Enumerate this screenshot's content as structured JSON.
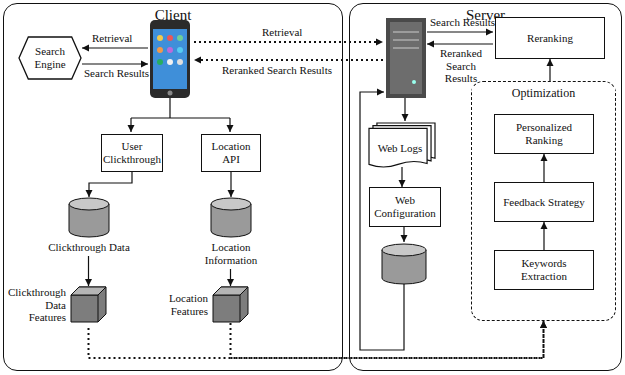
{
  "diagram": {
    "nodes": [
      {
        "text": [
          "Client"
        ]
      },
      {
        "text": [
          "Server"
        ]
      },
      {
        "text": [
          "Search Engine"
        ],
        "in": 0
      },
      {
        "text": [
          "User Clickthrough"
        ],
        "in": 0
      },
      {
        "text": [
          "Location API"
        ],
        "in": 0
      },
      {
        "text": [
          "Clickthrough Data"
        ],
        "in": 0
      },
      {
        "text": [
          "Location Information"
        ],
        "in": 0
      },
      {
        "text": [
          "Clickthrough Data Features"
        ],
        "in": 0
      },
      {
        "text": [
          "Location Features"
        ],
        "in": 0
      },
      {
        "text": [
          "Web Logs"
        ],
        "in": 1
      },
      {
        "text": [
          "Web Configuration"
        ],
        "in": 1
      },
      {
        "text": [
          "Reranking"
        ],
        "in": 1
      },
      {
        "text": [
          "Optimization"
        ],
        "in": 1
      },
      {
        "text": [
          "Personalized Ranking"
        ],
        "in": 12
      },
      {
        "text": [
          "Feedback Strategy"
        ],
        "in": 12
      },
      {
        "text": [
          "Keywords Extraction"
        ],
        "in": 12
      }
    ],
    "edges": [
      {
        "from": 3,
        "to": 5,
        "arrow": "to"
      },
      {
        "from": 4,
        "to": 6,
        "arrow": "to"
      },
      {
        "from": 5,
        "to": 7,
        "arrow": "to"
      },
      {
        "from": 6,
        "to": 8,
        "arrow": "to"
      },
      {
        "from": 7,
        "to": 12,
        "arrow": "to"
      },
      {
        "from": 8,
        "to": 12,
        "arrow": "to"
      },
      {
        "from": 9,
        "to": 10,
        "arrow": "to"
      },
      {
        "from": 15,
        "to": 14,
        "arrow": "to"
      },
      {
        "from": 14,
        "to": 13,
        "arrow": "to"
      },
      {
        "from": 12,
        "to": 11,
        "arrow": "to"
      }
    ],
    "labels": [
      "Retrieval",
      "Search Results",
      "Retrieval",
      "Reranked Search Results",
      "Search Results",
      "Reranked Search Results"
    ]
  }
}
